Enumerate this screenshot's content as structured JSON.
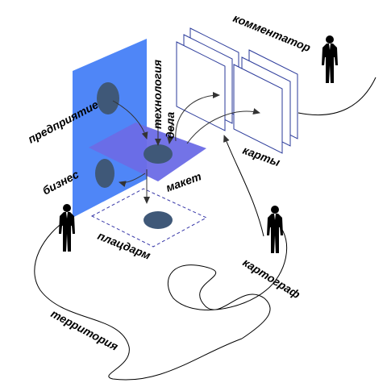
{
  "labels": {
    "predpriyatie": "предприятие",
    "tekhnologiya": "технология",
    "dela": "дела",
    "biznes": "бизнес",
    "maket": "макет",
    "platsdarm": "плацдарм",
    "kommentator": "комментатор",
    "karty": "карты",
    "kartograf": "картограф",
    "territoriya": "территория"
  },
  "colors": {
    "vertical_plane": "#4f86f7",
    "maket_plane": "#6b6be6",
    "ellipse": "#3f5878",
    "map_sheet_border": "#2a3a9a",
    "dashed_plane": "#3838a8",
    "line": "#000000"
  },
  "icons": {
    "person": "person-in-suit-icon"
  }
}
